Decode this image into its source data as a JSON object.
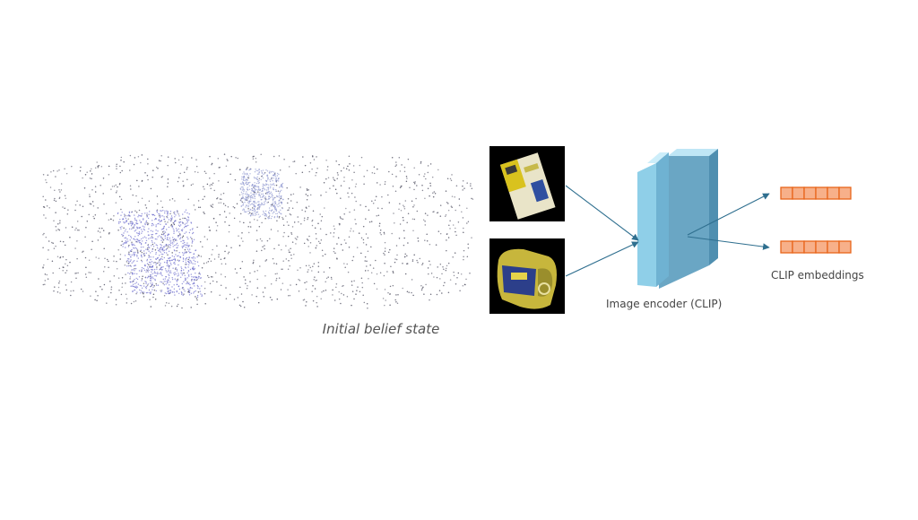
{
  "labels": {
    "belief_caption": "Initial belief state",
    "encoder_caption": "Image encoder (CLIP)",
    "embeddings_caption": "CLIP embeddings"
  },
  "colors": {
    "background": "#ffffff",
    "scatter_points": "#555566",
    "object_points": "#6a6acc",
    "encoder_front": "#8fcfe8",
    "encoder_back": "#6aa6c4",
    "arrows": "#2f6f8f",
    "embedding_fill": "#f7b08a",
    "embedding_stroke": "#e8651a",
    "image_bg": "#000000"
  },
  "icons": {
    "object_image_1": "yellow-box-crop",
    "object_image_2": "tin-can-crop"
  },
  "embeddings": {
    "count": 2,
    "cells_per_vector": 6
  }
}
